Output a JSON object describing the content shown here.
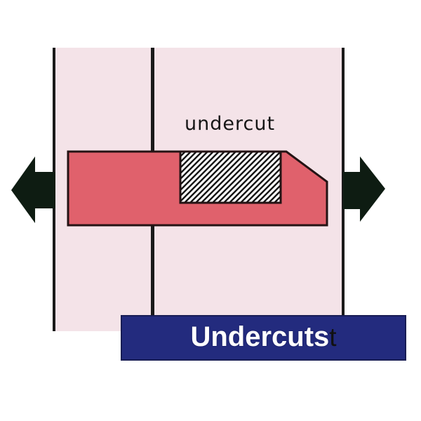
{
  "diagram": {
    "undercut_label": "undercut",
    "mold_color": "#f4e3e8",
    "mold_border_color": "#1a1a1a",
    "part_color": "#e0616c",
    "part_outline_color": "#241314",
    "hatch_bg_color": "#ffffff",
    "hatch_stripe_color": "#141414",
    "arrow_color": "#0e1c12"
  },
  "banner": {
    "title": "Undercuts",
    "ghost_char": "t",
    "bg_color": "#232b7e",
    "border_color": "#181d55",
    "title_color": "#ffffff",
    "ghost_color": "#111111"
  }
}
